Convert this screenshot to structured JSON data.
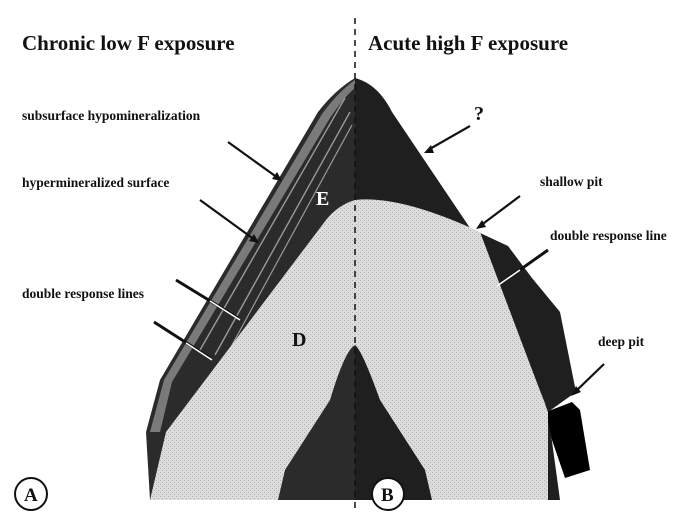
{
  "titles": {
    "left": "Chronic low F exposure",
    "right": "Acute high F exposure"
  },
  "labels": {
    "subsurface": "subsurface hypomineralization",
    "hyper_surface": "hypermineralized surface",
    "double_lines": "double response lines",
    "question": "?",
    "shallow_pit": "shallow pit",
    "double_line": "double response line",
    "deep_pit": "deep pit",
    "enamel": "E",
    "dentin": "D"
  },
  "panels": {
    "a": "A",
    "b": "B"
  },
  "colors": {
    "enamel": "#2b2b2b",
    "enamel_right": "#1f1f1f",
    "surface_layer": "#7a7a7a",
    "dentin": "#d9d9d9",
    "deep_pit_fill": "#000000"
  }
}
